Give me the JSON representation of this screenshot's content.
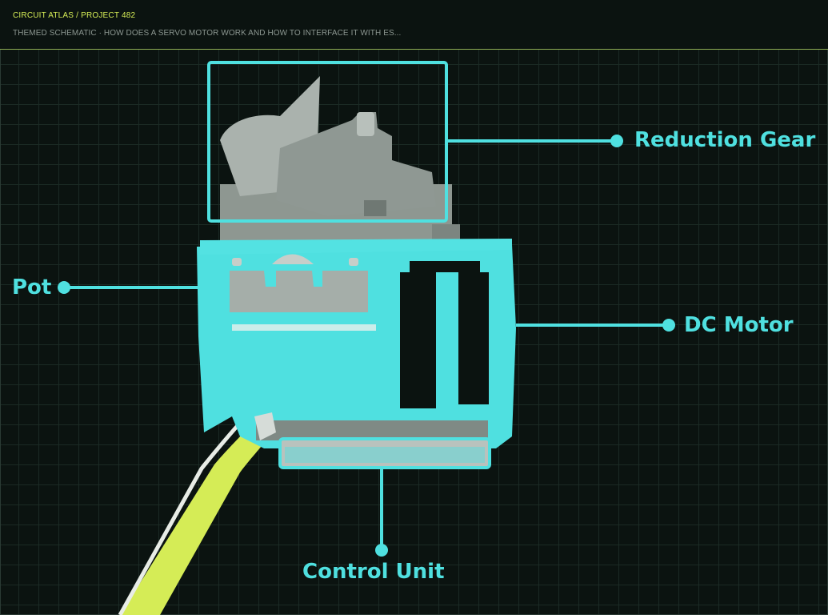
{
  "header": {
    "breadcrumb": "CIRCUIT ATLAS / PROJECT 482",
    "subtitle": "THEMED SCHEMATIC · HOW DOES A SERVO MOTOR WORK AND HOW TO INTERFACE IT WITH ES..."
  },
  "labels": {
    "reduction_gear": "Reduction Gear",
    "pot": "Pot",
    "dc_motor": "DC Motor",
    "control_unit": "Control Unit"
  },
  "colors": {
    "background": "#0b1310",
    "grid": "#1b2a24",
    "accent_cyan": "#4fe0e0",
    "accent_lime": "#d5ec56",
    "component_gray": "#9aa39e"
  }
}
